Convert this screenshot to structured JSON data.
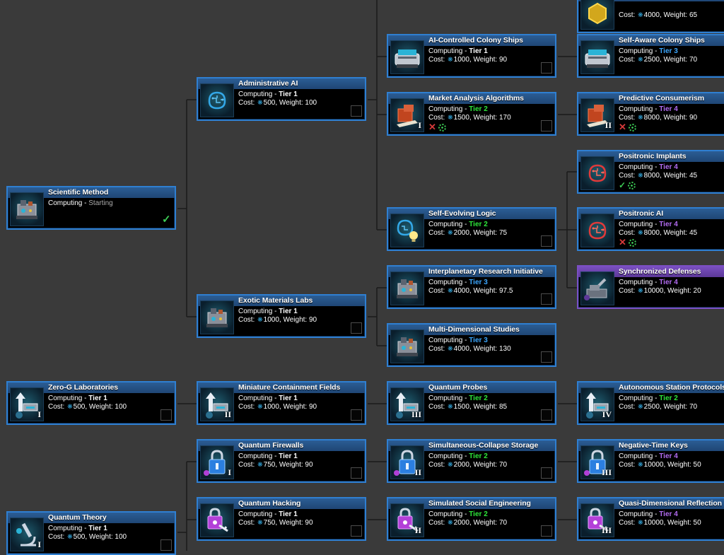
{
  "colors": {
    "tier1": "#ffffff",
    "tier2": "#2ee83a",
    "tier3": "#3ca7ff",
    "tier4": "#b36cf2",
    "starting": "#aaaaaa",
    "card_border": "#2f7fd1",
    "card_border_purple": "#7b4fc4"
  },
  "techs": [
    {
      "name": "Scientific Method",
      "category": "Computing",
      "tier": "Starting",
      "tier_color": "starting",
      "icon": "lab-machine-icon",
      "cost": "",
      "weight": "",
      "status": "researched",
      "roman": ""
    },
    {
      "name": "Administrative AI",
      "category": "Computing",
      "tier": "Tier 1",
      "tier_color": "tier1",
      "icon": "brain-circuit-icon",
      "cost": "500",
      "weight": "100",
      "status": "",
      "roman": ""
    },
    {
      "name": "Exotic Materials Labs",
      "category": "Computing",
      "tier": "Tier 1",
      "tier_color": "tier1",
      "icon": "lab-machine-icon",
      "cost": "1000",
      "weight": "90",
      "status": "",
      "roman": ""
    },
    {
      "name": "Zero-G Laboratories",
      "category": "Computing",
      "tier": "Tier 1",
      "tier_color": "tier1",
      "icon": "upgrade-arrow-icon",
      "cost": "500",
      "weight": "100",
      "status": "",
      "roman": "I"
    },
    {
      "name": "Miniature Containment Fields",
      "category": "Computing",
      "tier": "Tier 1",
      "tier_color": "tier1",
      "icon": "upgrade-arrow-icon",
      "cost": "1000",
      "weight": "90",
      "status": "",
      "roman": "II"
    },
    {
      "name": "Quantum Firewalls",
      "category": "Computing",
      "tier": "Tier 1",
      "tier_color": "tier1",
      "icon": "padlock-icon",
      "cost": "750",
      "weight": "90",
      "status": "",
      "roman": "I"
    },
    {
      "name": "Quantum Hacking",
      "category": "Computing",
      "tier": "Tier 1",
      "tier_color": "tier1",
      "icon": "key-lock-icon",
      "cost": "750",
      "weight": "90",
      "status": "",
      "roman": ""
    },
    {
      "name": "Quantum Theory",
      "category": "Computing",
      "tier": "Tier 1",
      "tier_color": "tier1",
      "icon": "microscope-icon",
      "cost": "500",
      "weight": "100",
      "status": "",
      "roman": "I"
    },
    {
      "name": "AI-Controlled Colony Ships",
      "category": "Computing",
      "tier": "Tier 1",
      "tier_color": "tier1",
      "icon": "colony-ship-icon",
      "cost": "1000",
      "weight": "90",
      "status": "",
      "roman": ""
    },
    {
      "name": "Market Analysis Algorithms",
      "category": "Computing",
      "tier": "Tier 2",
      "tier_color": "tier2",
      "icon": "market-crate-icon",
      "cost": "1500",
      "weight": "170",
      "status": "blocked",
      "roman": "I"
    },
    {
      "name": "Self-Evolving Logic",
      "category": "Computing",
      "tier": "Tier 2",
      "tier_color": "tier2",
      "icon": "brain-bulb-icon",
      "cost": "2000",
      "weight": "75",
      "status": "",
      "roman": ""
    },
    {
      "name": "Interplanetary Research Initiative",
      "category": "Computing",
      "tier": "Tier 3",
      "tier_color": "tier3",
      "icon": "lab-machine-icon",
      "cost": "4000",
      "weight": "97.5",
      "status": "",
      "roman": ""
    },
    {
      "name": "Multi-Dimensional Studies",
      "category": "Computing",
      "tier": "Tier 3",
      "tier_color": "tier3",
      "icon": "lab-machine-icon",
      "cost": "4000",
      "weight": "130",
      "status": "",
      "roman": ""
    },
    {
      "name": "Quantum Probes",
      "category": "Computing",
      "tier": "Tier 2",
      "tier_color": "tier2",
      "icon": "upgrade-arrow-icon",
      "cost": "1500",
      "weight": "85",
      "status": "",
      "roman": "III"
    },
    {
      "name": "Simultaneous-Collapse Storage",
      "category": "Computing",
      "tier": "Tier 2",
      "tier_color": "tier2",
      "icon": "padlock-icon",
      "cost": "2000",
      "weight": "70",
      "status": "",
      "roman": "II"
    },
    {
      "name": "Simulated Social Engineering",
      "category": "Computing",
      "tier": "Tier 2",
      "tier_color": "tier2",
      "icon": "key-lock-icon",
      "cost": "2000",
      "weight": "70",
      "status": "",
      "roman": "II"
    },
    {
      "name": "",
      "category": "",
      "tier": "",
      "tier_color": "tier1",
      "icon": "hexagon-icon",
      "cost": "4000",
      "weight": "65",
      "status": "",
      "roman": ""
    },
    {
      "name": "Self-Aware Colony Ships",
      "category": "Computing",
      "tier": "Tier 3",
      "tier_color": "tier3",
      "icon": "colony-ship-icon",
      "cost": "2500",
      "weight": "70",
      "status": "",
      "roman": ""
    },
    {
      "name": "Predictive Consumerism",
      "category": "Computing",
      "tier": "Tier 4",
      "tier_color": "tier4",
      "icon": "market-crate-icon",
      "cost": "8000",
      "weight": "90",
      "status": "blocked",
      "roman": "II"
    },
    {
      "name": "Positronic Implants",
      "category": "Computing",
      "tier": "Tier 4",
      "tier_color": "tier4",
      "icon": "red-brain-icon",
      "cost": "8000",
      "weight": "45",
      "status": "available",
      "roman": ""
    },
    {
      "name": "Positronic AI",
      "category": "Computing",
      "tier": "Tier 4",
      "tier_color": "tier4",
      "icon": "red-brain-icon",
      "cost": "8000",
      "weight": "45",
      "status": "blocked",
      "roman": ""
    },
    {
      "name": "Synchronized Defenses",
      "category": "Computing",
      "tier": "Tier 4",
      "tier_color": "tier4",
      "icon": "turret-icon",
      "cost": "10000",
      "weight": "20",
      "status": "",
      "roman": ""
    },
    {
      "name": "Autonomous Station Protocols",
      "category": "Computing",
      "tier": "Tier 2",
      "tier_color": "tier2",
      "icon": "upgrade-arrow-icon",
      "cost": "2500",
      "weight": "70",
      "status": "",
      "roman": "IV"
    },
    {
      "name": "Negative-Time Keys",
      "category": "Computing",
      "tier": "Tier 4",
      "tier_color": "tier4",
      "icon": "padlock-icon",
      "cost": "10000",
      "weight": "50",
      "status": "",
      "roman": "III"
    },
    {
      "name": "Quasi-Dimensional Reflection",
      "category": "Computing",
      "tier": "Tier 4",
      "tier_color": "tier4",
      "icon": "key-lock-icon",
      "cost": "10000",
      "weight": "50",
      "status": "",
      "roman": "III"
    }
  ]
}
